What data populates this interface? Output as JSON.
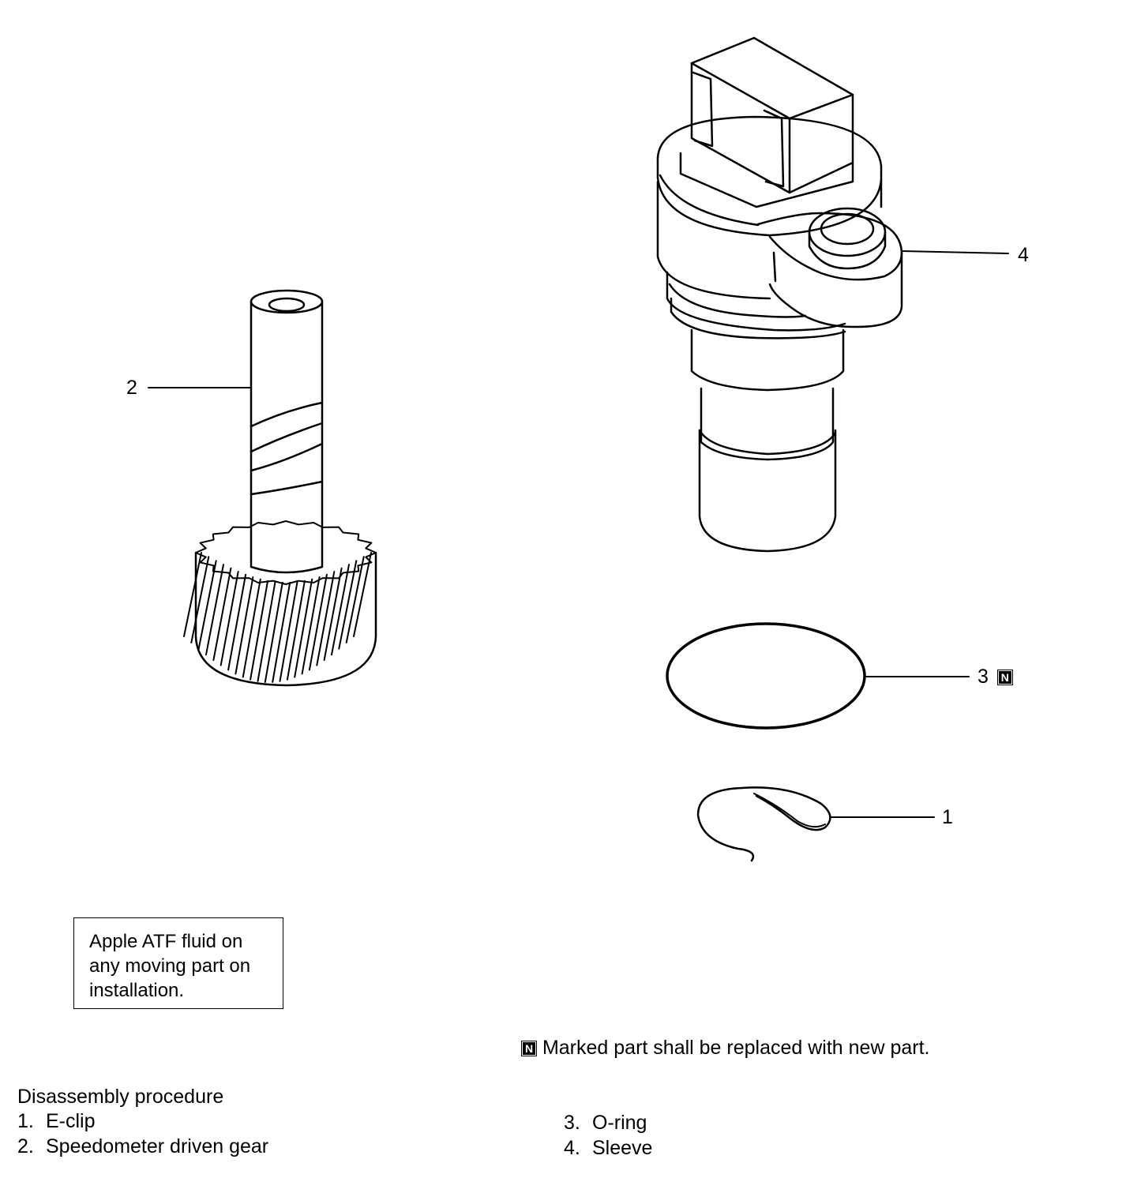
{
  "callouts": {
    "c1": "1",
    "c2": "2",
    "c3": "3",
    "c4": "4",
    "new_badge": "N"
  },
  "note_box": {
    "lines": [
      "Apple ATF fluid on",
      "any moving part on",
      "installation."
    ]
  },
  "legend": {
    "badge": "N",
    "text": "Marked part shall be replaced with new part."
  },
  "procedure": {
    "title": "Disassembly procedure",
    "items": [
      {
        "num": "1.",
        "label": "E-clip"
      },
      {
        "num": "2.",
        "label": "Speedometer driven gear"
      },
      {
        "num": "3.",
        "label": "O-ring"
      },
      {
        "num": "4.",
        "label": "Sleeve"
      }
    ]
  }
}
